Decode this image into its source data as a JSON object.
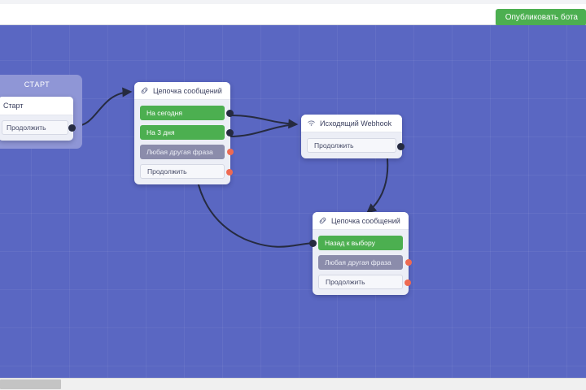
{
  "topbar": {
    "publish_label": "Опубликовать бота",
    "publish_color": "#4caf50"
  },
  "canvas": {
    "background_color": "#5a67c2",
    "grid": true
  },
  "nodes": [
    {
      "id": "start",
      "group_label": "СТАРТ",
      "header": "Старт",
      "header_icon": "flag-icon",
      "buttons": [
        {
          "label": "Продолжить",
          "style": "plain",
          "out_dot": "dark"
        }
      ]
    },
    {
      "id": "chain-1",
      "header": "Цепочка сообщений",
      "header_icon": "link-icon",
      "buttons": [
        {
          "label": "На сегодня",
          "style": "green",
          "out_dot": "dark"
        },
        {
          "label": "На 3 дня",
          "style": "green",
          "out_dot": "dark"
        },
        {
          "label": "Любая другая фраза",
          "style": "muted",
          "out_dot": "orange"
        },
        {
          "label": "Продолжить",
          "style": "plain",
          "out_dot": "orange"
        }
      ]
    },
    {
      "id": "webhook",
      "header": "Исходящий Webhook",
      "header_icon": "wifi-icon",
      "buttons": [
        {
          "label": "Продолжить",
          "style": "plain",
          "out_dot": "dark"
        }
      ]
    },
    {
      "id": "chain-2",
      "header": "Цепочка сообщений",
      "header_icon": "link-icon",
      "buttons": [
        {
          "label": "Назад к выбору",
          "style": "green",
          "out_dot": "none"
        },
        {
          "label": "Любая другая фраза",
          "style": "muted",
          "out_dot": "orange"
        },
        {
          "label": "Продолжить",
          "style": "plain",
          "out_dot": "orange"
        }
      ]
    }
  ],
  "scrollbar": {
    "orientation": "horizontal",
    "thumb_position": "left"
  }
}
